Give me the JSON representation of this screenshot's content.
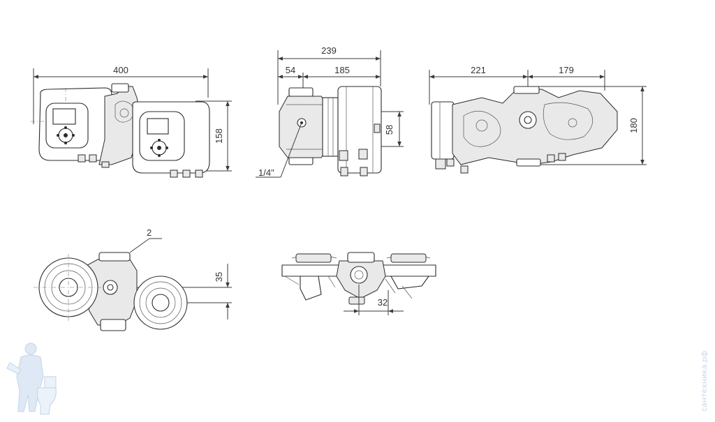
{
  "dimensions": {
    "front_width": "400",
    "front_height": "158",
    "side_total": "239",
    "side_left": "54",
    "side_right": "185",
    "side_height": "58",
    "thread": "1/4\"",
    "rear_left": "221",
    "rear_right": "179",
    "rear_height": "180",
    "top_label": "2",
    "top_offset": "35",
    "bottom_offset": "32"
  },
  "watermark": {
    "text": "сантехника.рф",
    "logo_icon": "plumber-logo-icon"
  },
  "colors": {
    "line": "#3a3a3a",
    "text": "#333333",
    "watermark": "#c9d7e8"
  }
}
